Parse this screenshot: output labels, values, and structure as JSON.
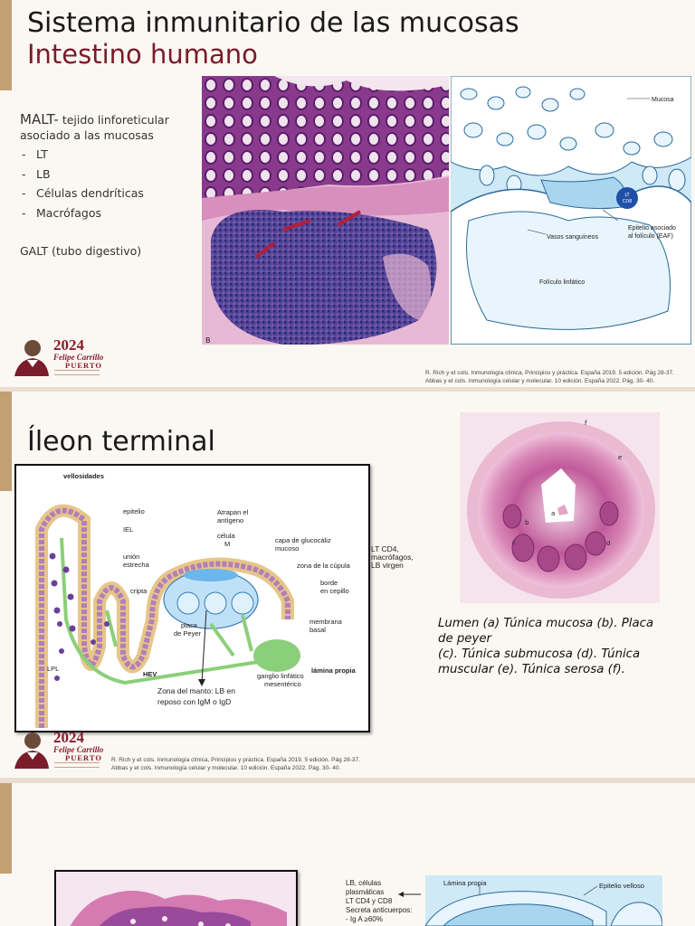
{
  "slide1": {
    "title": "Sistema inmunitario de las mucosas",
    "subtitle": "Intestino humano",
    "malt_heading": "MALT-",
    "malt_description_line1": "tejido linforeticular",
    "malt_description_line2": "asociado a las mucosas",
    "list": [
      "LT",
      "LB",
      "Células dendríticas",
      "Macrófagos"
    ],
    "galt": "GALT (tubo digestivo)",
    "histology_label": "B",
    "diagram": {
      "mucosa": "Mucosa",
      "lt_line1": "LT",
      "lt_line2": "CD8",
      "epitelio_line1": "Epitelio asociado",
      "epitelio_line2": "al folículo (EAF)",
      "vasos": "Vasos sanguíneos",
      "foliculo": "Folículo linfático"
    },
    "references": [
      "R. Rich y et cols. Inmunología clínica, Principios y práctica. España 2019. 5 edición. Pág 28-37.",
      "Abbas y et cols. Inmunología celular y molecular. 10 edición. España 2022. Pág. 30- 40."
    ]
  },
  "logo": {
    "year": "2024",
    "name": "Felipe Carrillo",
    "place": "PUERTO"
  },
  "slide2": {
    "title": "Íleon terminal",
    "diagram": {
      "vellosidades": "vellosidades",
      "epitelio": "epitelio",
      "iel": "IEL",
      "union1": "unión",
      "union2": "estrecha",
      "cripta": "cripta",
      "lpl": "LPL",
      "hev": "HEV",
      "atrapan1": "Atrapan el",
      "atrapan2": "antígeno",
      "celula1": "célula",
      "celula2": "M",
      "capa1": "capa de glucocáliz",
      "capa2": "mucoso",
      "zona_cupula": "zona de la cúpula",
      "borde1": "borde",
      "borde2": "en cepillo",
      "placa1": "placa",
      "placa2": "de Peyer",
      "membrana1": "membrana",
      "membrana2": "basal",
      "lamina": "lámina propia",
      "ganglio1": "ganglio linfático",
      "ganglio2": "mesentérico",
      "manto1": "Zona del manto: LB en",
      "manto2": "reposo con IgM o IgD"
    },
    "side_note": [
      "LT CD4,",
      "macrófagos,",
      "LB virgen"
    ],
    "section_labels": [
      "a",
      "b",
      "c",
      "d",
      "e",
      "f"
    ],
    "caption": [
      "Lumen (a) Túnica mucosa (b). Placa",
      "de peyer",
      "(c). Túnica submucosa (d). Túnica",
      "muscular (e). Túnica serosa (f)."
    ],
    "references": [
      "R. Rich y et cols. Inmunología clínica, Principios y práctica. España 2019. 5 edición. Pág 28-37.",
      "Abbas y et cols. Inmunología celular y molecular. 10 edición. España 2022. Pág. 30- 40."
    ]
  },
  "slide3": {
    "lines": [
      "LB, células",
      "plasmáticas",
      "LT CD4 y CD8",
      "Secreta anticuerpos:",
      "-  Ig A ≥60%"
    ],
    "diagram_lamina": "Lámina propia",
    "diagram_epitelio": "Epitelio velloso"
  },
  "colors": {
    "title_accent": "#7a1a2a",
    "gold": "#c2a071",
    "histology_pink": "#c05a9a",
    "diagram_blue": "#cfe9f7"
  }
}
